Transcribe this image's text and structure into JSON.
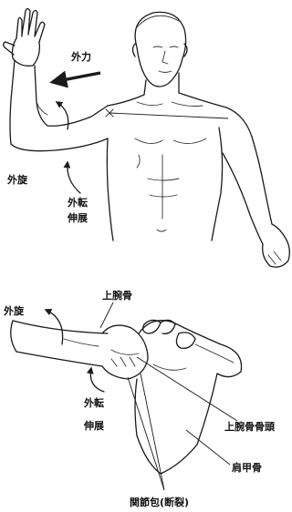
{
  "top_figure": {
    "force_label": "外力",
    "external_rotation_label": "外旋",
    "abduction_label": "外転",
    "extension_label": "伸展"
  },
  "bottom_figure": {
    "external_rotation_label": "外旋",
    "humerus_label": "上腕骨",
    "abduction_label": "外転",
    "extension_label": "伸展",
    "humeral_head_label": "上腕骨骨頭",
    "scapula_label": "肩甲骨",
    "joint_capsule_label": "関節包(断裂)"
  },
  "colors": {
    "ink": "#1a1a1a",
    "background": "#ffffff"
  }
}
